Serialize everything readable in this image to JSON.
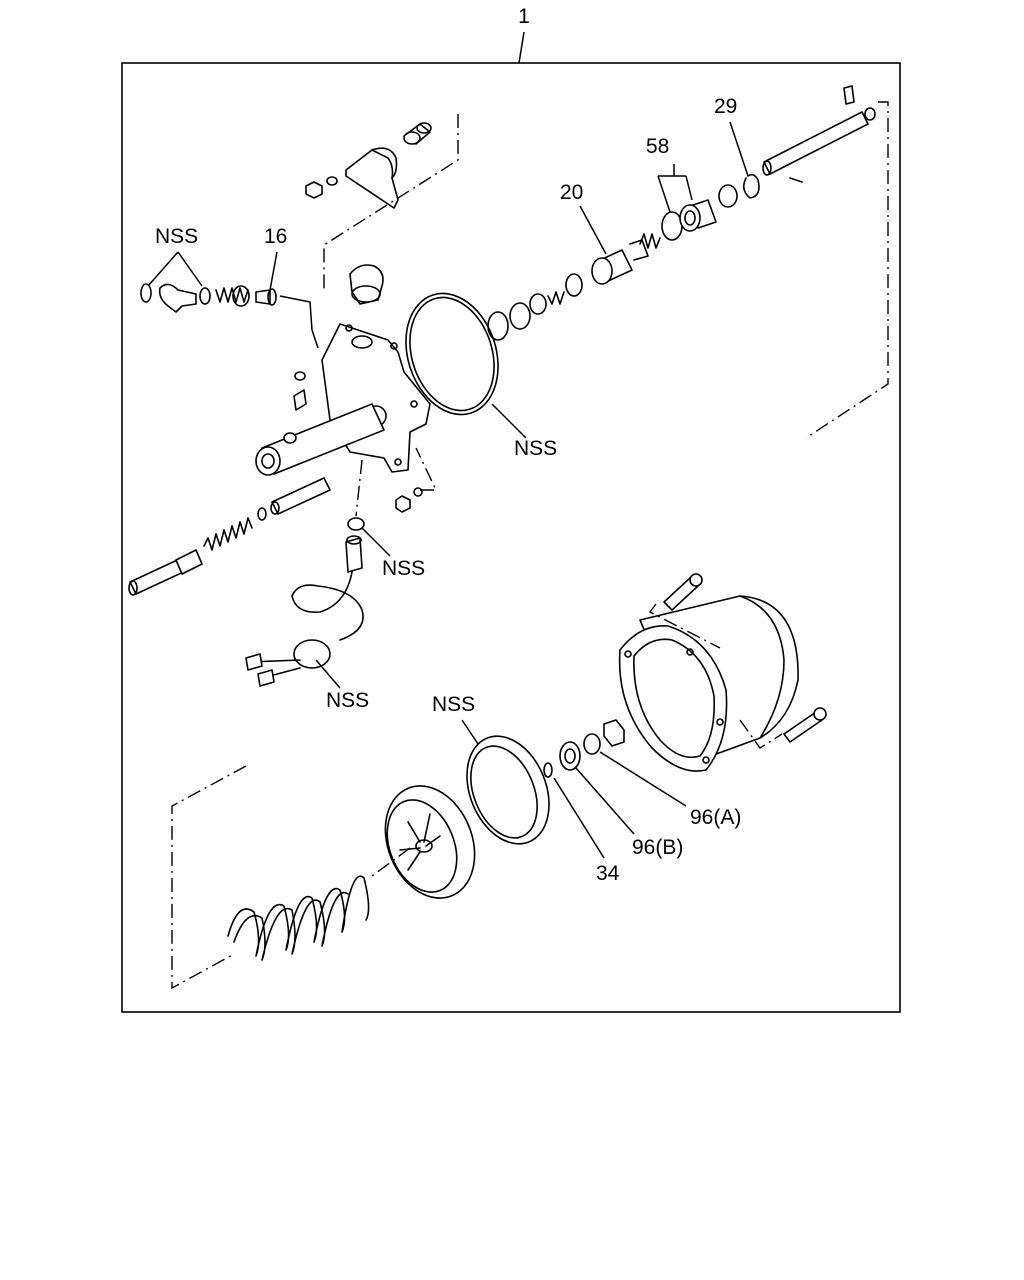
{
  "diagram": {
    "assembly_label": "1",
    "labels": {
      "nss_hose": "NSS",
      "p16": "16",
      "nss_oring_large": "NSS",
      "p20": "20",
      "p58": "58",
      "p29": "29",
      "nss_washer": "NSS",
      "nss_connector": "NSS",
      "nss_seal": "NSS",
      "p96a": "96(A)",
      "p96b": "96(B)",
      "p34": "34"
    }
  }
}
